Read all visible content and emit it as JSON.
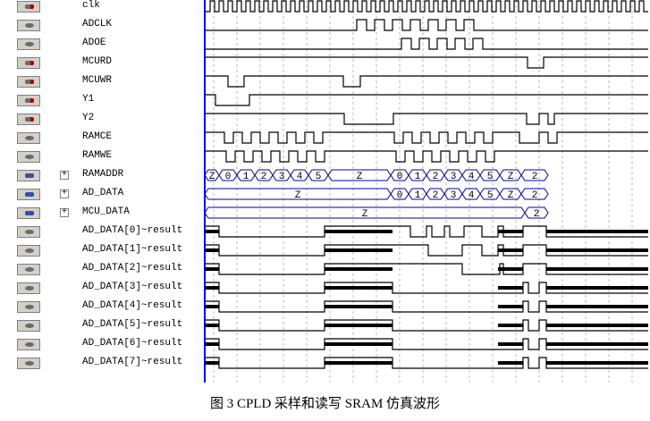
{
  "caption": "图 3   CPLD 采样和读写 SRAM 仿真波形",
  "signals": [
    {
      "name": "clk",
      "icon": "in-pin-icon",
      "kind": "clock"
    },
    {
      "name": "ADCLK",
      "icon": "out-pin-icon",
      "kind": "bit"
    },
    {
      "name": "ADOE",
      "icon": "out-pin-icon",
      "kind": "bit"
    },
    {
      "name": "MCURD",
      "icon": "in-pin-icon",
      "kind": "bit"
    },
    {
      "name": "MCUWR",
      "icon": "in-pin-icon",
      "kind": "bit"
    },
    {
      "name": "Y1",
      "icon": "in-pin-icon",
      "kind": "bit"
    },
    {
      "name": "Y2",
      "icon": "in-pin-icon",
      "kind": "bit"
    },
    {
      "name": "RAMCE",
      "icon": "out-pin-icon",
      "kind": "bit"
    },
    {
      "name": "RAMWE",
      "icon": "out-pin-icon",
      "kind": "bit"
    },
    {
      "name": "RAMADDR",
      "icon": "bus-pin-icon",
      "kind": "bus",
      "expandable": true
    },
    {
      "name": "AD_DATA",
      "icon": "bus-pin-icon",
      "kind": "bus",
      "expandable": true
    },
    {
      "name": "MCU_DATA",
      "icon": "bus-pin-icon",
      "kind": "bus",
      "expandable": true
    },
    {
      "name": "AD_DATA[0]~result",
      "icon": "out-pin-icon",
      "kind": "bit"
    },
    {
      "name": "AD_DATA[1]~result",
      "icon": "out-pin-icon",
      "kind": "bit"
    },
    {
      "name": "AD_DATA[2]~result",
      "icon": "out-pin-icon",
      "kind": "bit"
    },
    {
      "name": "AD_DATA[3]~result",
      "icon": "out-pin-icon",
      "kind": "bit"
    },
    {
      "name": "AD_DATA[4]~result",
      "icon": "out-pin-icon",
      "kind": "bit"
    },
    {
      "name": "AD_DATA[5]~result",
      "icon": "out-pin-icon",
      "kind": "bit"
    },
    {
      "name": "AD_DATA[6]~result",
      "icon": "out-pin-icon",
      "kind": "bit"
    },
    {
      "name": "AD_DATA[7]~result",
      "icon": "out-pin-icon",
      "kind": "bit"
    }
  ],
  "expand_symbol": "+",
  "bus_values": {
    "RAMADDR": [
      "Z",
      "0",
      "1",
      "2",
      "3",
      "4",
      "5",
      "Z",
      "0",
      "1",
      "2",
      "3",
      "4",
      "5",
      "Z",
      "2"
    ],
    "AD_DATA": [
      "Z",
      "0",
      "1",
      "2",
      "3",
      "4",
      "5",
      "Z",
      "2"
    ],
    "MCU_DATA": [
      "Z",
      "2"
    ]
  },
  "colors": {
    "trace": "#000000",
    "bus": "#0000a0",
    "grid": "#b8b8b8",
    "cursor": "#0000ff"
  }
}
